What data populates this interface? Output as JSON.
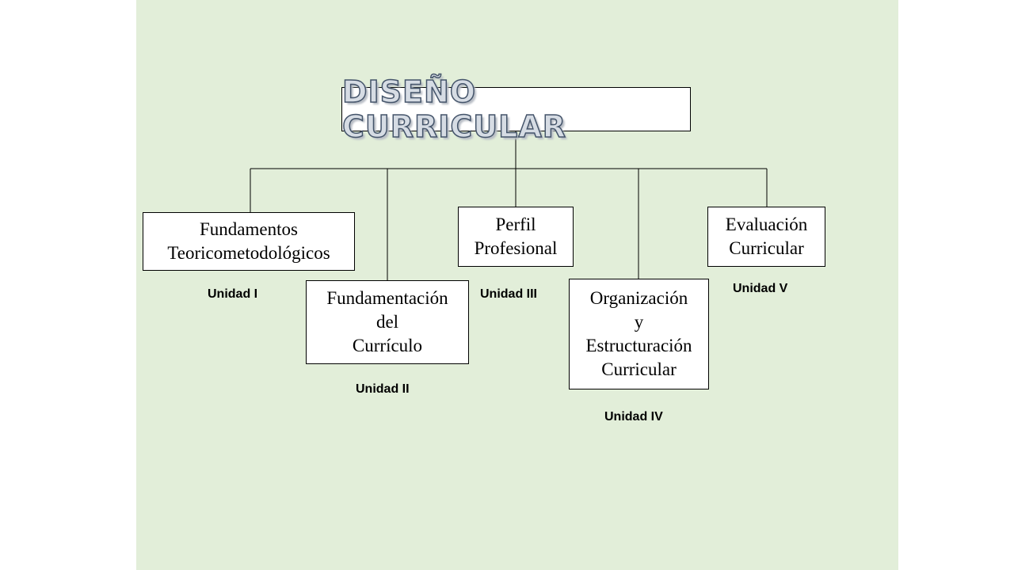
{
  "diagram": {
    "title": "DISEÑO CURRICULAR",
    "nodes": [
      {
        "id": "fundamentos",
        "label": "Fundamentos\nTeoricometodológicos",
        "unit": "Unidad I"
      },
      {
        "id": "fundamentacion",
        "label": "Fundamentación\ndel\nCurrículo",
        "unit": "Unidad II"
      },
      {
        "id": "perfil",
        "label": "Perfil\nProfesional",
        "unit": "Unidad III"
      },
      {
        "id": "organizacion",
        "label": "Organización\ny\nEstructuración\nCurricular",
        "unit": "Unidad IV"
      },
      {
        "id": "evaluacion",
        "label": "Evaluación\nCurricular",
        "unit": "Unidad V"
      }
    ],
    "colors": {
      "background": "#e2eed9",
      "box_fill": "#ffffff",
      "line": "#000000",
      "title_fill": "#d6dce4",
      "title_outline": "#44546a"
    }
  }
}
